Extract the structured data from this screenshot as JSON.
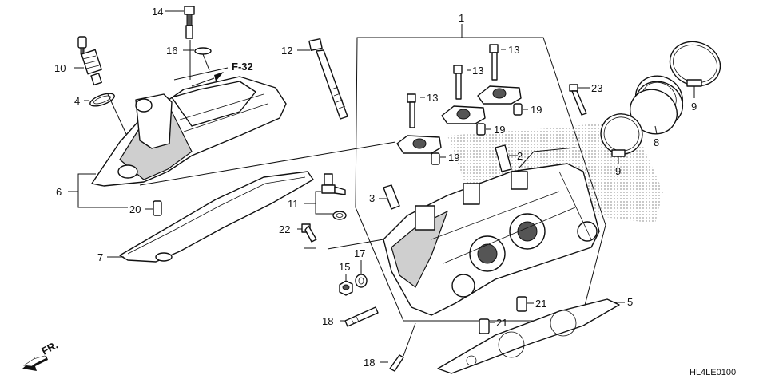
{
  "callouts": [
    {
      "id": "c1",
      "text": "1"
    },
    {
      "id": "c2",
      "text": "2"
    },
    {
      "id": "c3",
      "text": "3"
    },
    {
      "id": "c4",
      "text": "4"
    },
    {
      "id": "c5",
      "text": "5"
    },
    {
      "id": "c6",
      "text": "6"
    },
    {
      "id": "c7",
      "text": "7"
    },
    {
      "id": "c8",
      "text": "8"
    },
    {
      "id": "c9a",
      "text": "9"
    },
    {
      "id": "c9b",
      "text": "9"
    },
    {
      "id": "c10",
      "text": "10"
    },
    {
      "id": "c11",
      "text": "11"
    },
    {
      "id": "c12",
      "text": "12"
    },
    {
      "id": "c13a",
      "text": "13"
    },
    {
      "id": "c13b",
      "text": "13"
    },
    {
      "id": "c13c",
      "text": "13"
    },
    {
      "id": "c14",
      "text": "14"
    },
    {
      "id": "c15",
      "text": "15"
    },
    {
      "id": "c16",
      "text": "16"
    },
    {
      "id": "c17",
      "text": "17"
    },
    {
      "id": "c18a",
      "text": "18"
    },
    {
      "id": "c18b",
      "text": "18"
    },
    {
      "id": "c19a",
      "text": "19"
    },
    {
      "id": "c19b",
      "text": "19"
    },
    {
      "id": "c19c",
      "text": "19"
    },
    {
      "id": "c20",
      "text": "20"
    },
    {
      "id": "c21a",
      "text": "21"
    },
    {
      "id": "c21b",
      "text": "21"
    },
    {
      "id": "c22",
      "text": "22"
    },
    {
      "id": "c23",
      "text": "23"
    }
  ],
  "reference": "F-32",
  "front_marker": "FR.",
  "diagram_code": "HL4LE0100"
}
